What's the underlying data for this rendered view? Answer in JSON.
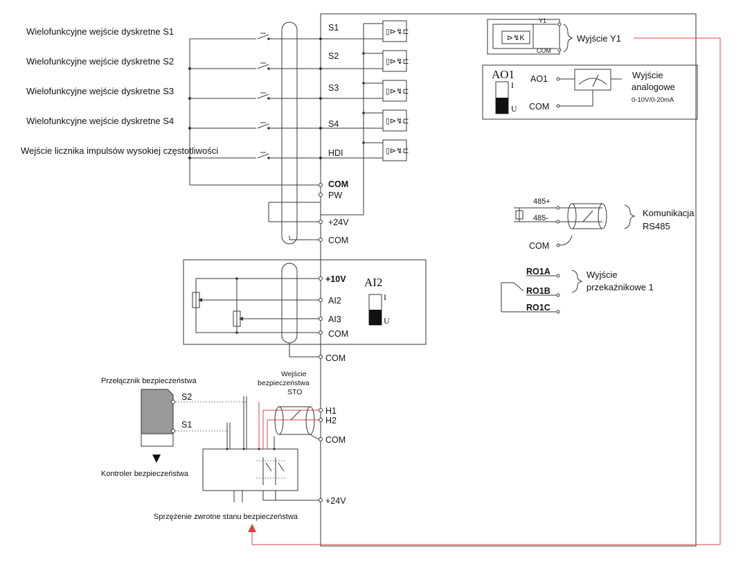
{
  "inputs": {
    "s1_label": "Wielofunkcyjne wejście dyskretne S1",
    "s2_label": "Wielofunkcyjne wejście dyskretne S2",
    "s3_label": "Wielofunkcyjne wejście dyskretne S3",
    "s4_label": "Wielofunkcyjne wejście dyskretne S4",
    "hdi_label": "Wejście licznika impulsów wysokiej częstotliwości"
  },
  "terminals": {
    "s1": "S1",
    "s2": "S2",
    "s3": "S3",
    "s4": "S4",
    "hdi": "HDI",
    "com_bold": "COM",
    "pw": "PW",
    "p24_top": "+24V",
    "com_1": "COM",
    "p10v": "+10V",
    "ai2": "AI2",
    "ai3": "AI3",
    "com_2": "COM",
    "com_3": "COM",
    "h1": "H1",
    "h2": "H2",
    "com_h": "COM",
    "p24_bottom": "+24V"
  },
  "ai2_switch": {
    "title": "AI2",
    "i": "I",
    "u": "U"
  },
  "y1_output": {
    "y1": "Y1",
    "com": "COM",
    "label": "Wyjście Y1"
  },
  "ao1_output": {
    "switch_title": "AO1",
    "i": "I",
    "u": "U",
    "terminal": "AO1",
    "com": "COM",
    "label_line1": "Wyjście",
    "label_line2": "analogowe",
    "range": "0-10V/0-20mA"
  },
  "rs485": {
    "plus": "485+",
    "minus": "485-",
    "com": "COM",
    "label_line1": "Komunikacja",
    "label_line2": "RS485"
  },
  "relay": {
    "ro1a": "RO1A",
    "ro1b": "RO1B",
    "ro1c": "RO1C",
    "label_line1": "Wyjście",
    "label_line2": "przekaźnikowe 1"
  },
  "safety": {
    "switch_label": "Przełącznik bezpieczeństwa",
    "s2": "S2",
    "s1": "S1",
    "controller_label": "Kontroler bezpieczeństwa",
    "sto_line1": "Wejście",
    "sto_line2": "bezpieczeństwa",
    "sto_line3": "STO",
    "feedback_label": "Sprzężenie zwrotne stanu bezpieczeństwa"
  },
  "colors": {
    "wire": "#333333",
    "feedback_line": "#e04040",
    "switch_body": "#9a9a9a"
  }
}
